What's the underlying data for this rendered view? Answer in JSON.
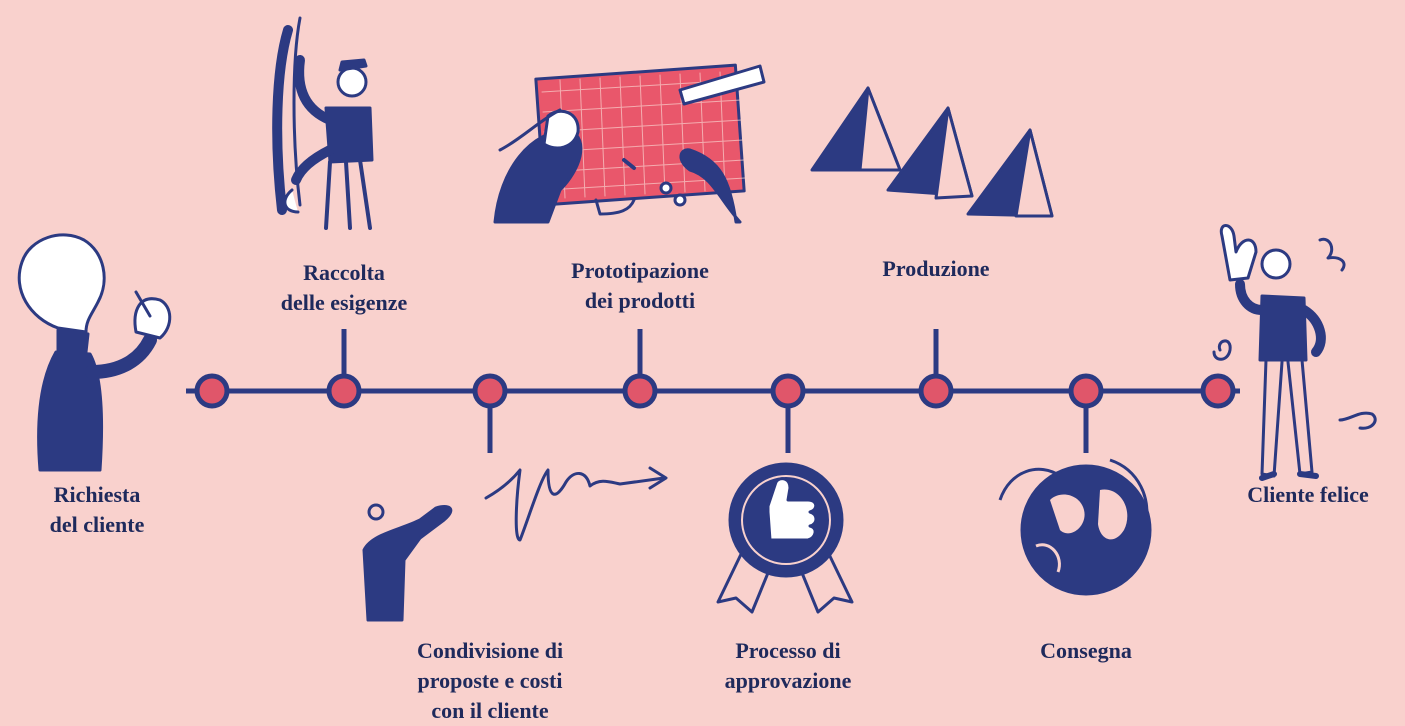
{
  "colors": {
    "background": "#f9d1cd",
    "line": "#2c3a82",
    "node_fill": "#e0566a",
    "text": "#1f2a5c"
  },
  "steps": [
    {
      "id": "richiesta",
      "lines": [
        "Richiesta",
        "del cliente"
      ],
      "icon": "lightbulb-person-icon"
    },
    {
      "id": "raccolta",
      "lines": [
        "Raccolta",
        "delle esigenze"
      ],
      "icon": "measuring-person-icon"
    },
    {
      "id": "condivisione",
      "lines": [
        "Condivisione di",
        "proposte e costi",
        "con il cliente"
      ],
      "icon": "sent-message-icon"
    },
    {
      "id": "prototipazione",
      "lines": [
        "Prototipazione",
        "dei prodotti"
      ],
      "icon": "design-board-icon"
    },
    {
      "id": "approvazione",
      "lines": [
        "Processo di",
        "approvazione"
      ],
      "icon": "thumbs-up-badge-icon"
    },
    {
      "id": "produzione",
      "lines": [
        "Produzione"
      ],
      "icon": "pyramids-icon"
    },
    {
      "id": "consegna",
      "lines": [
        "Consegna"
      ],
      "icon": "globe-icon"
    },
    {
      "id": "felice",
      "lines": [
        "Cliente felice"
      ],
      "icon": "happy-client-icon"
    }
  ]
}
